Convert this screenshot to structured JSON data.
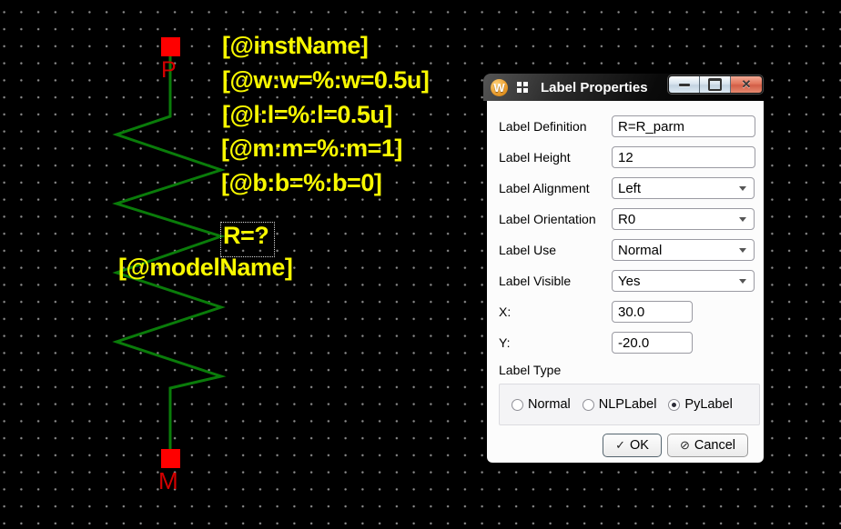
{
  "schematic": {
    "colors": {
      "background": "#000000",
      "grid_dot": "#8f8f8f",
      "wire": "#0a7c0a",
      "terminal": "#ff0000",
      "label_text": "#f8f800",
      "pin_text": "#d40000"
    },
    "pins": {
      "top": "P",
      "bottom": "M"
    },
    "component_labels": [
      {
        "text": "[@instName]"
      },
      {
        "text": "[@w:w=%:w=0.5u]"
      },
      {
        "text": "[@l:l=%:l=0.5u]"
      },
      {
        "text": "[@m:m=%:m=1]"
      },
      {
        "text": "[@b:b=%:b=0]"
      },
      {
        "text": "R=?",
        "selected": true
      },
      {
        "text": "[@modelName]"
      }
    ]
  },
  "dialog": {
    "titlebar": {
      "title": "Label Properties",
      "logo_letter": "W"
    },
    "fields": [
      {
        "label": "Label Definition",
        "control": "text",
        "value": "R=R_parm"
      },
      {
        "label": "Label Height",
        "control": "text",
        "value": "12"
      },
      {
        "label": "Label Alignment",
        "control": "select",
        "value": "Left"
      },
      {
        "label": "Label Orientation",
        "control": "select",
        "value": "R0"
      },
      {
        "label": "Label Use",
        "control": "select",
        "value": "Normal"
      },
      {
        "label": "Label Visible",
        "control": "select",
        "value": "Yes"
      },
      {
        "label": "X:",
        "control": "text",
        "value": "30.0"
      },
      {
        "label": "Y:",
        "control": "text",
        "value": "-20.0"
      }
    ],
    "label_type": {
      "heading": "Label Type",
      "options": [
        {
          "label": "Normal",
          "selected": false
        },
        {
          "label": "NLPLabel",
          "selected": false
        },
        {
          "label": "PyLabel",
          "selected": true
        }
      ]
    },
    "buttons": [
      {
        "label": "OK",
        "icon": "✓"
      },
      {
        "label": "Cancel",
        "icon": "⊘"
      }
    ]
  }
}
